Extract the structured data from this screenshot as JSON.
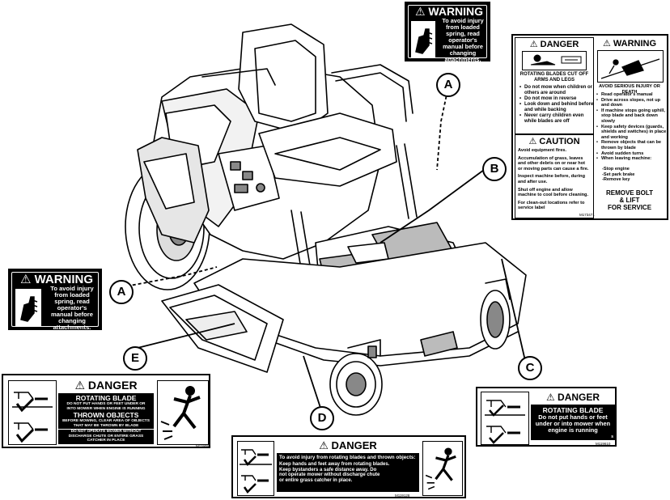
{
  "warning_decal": {
    "header": "WARNING",
    "text": [
      "To avoid injury",
      "from loaded",
      "spring, read",
      "operator's",
      "manual before",
      "changing",
      "attachments."
    ],
    "icon": "hand-spring-pinch-icon"
  },
  "danger_warning_decal": {
    "danger_header": "DANGER",
    "danger_title": "ROTATING BLADES CUT OFF ARMS AND LEGS",
    "danger_items": [
      "Do not mow when children or others are around",
      "Do not mow in reverse",
      "Look down and behind before and while backing",
      "Never carry children even while blades are off"
    ],
    "caution_header": "CAUTION",
    "caution_items": [
      "Avoid equipment fires.",
      "Accumulation of grass, leaves and other debris on or near hot or moving parts can cause a fire.",
      "Inspect machine before, during and after use.",
      "Shut off engine and allow machine to cool before cleaning.",
      "For clean-out locations refer to service label"
    ],
    "warning_header": "WARNING",
    "warning_title": "AVOID SERIOUS INJURY OR DEATH",
    "warning_items": [
      "Read operator's manual",
      "Drive across slopes, not up and down",
      "If machine stops going uphill, stop blade and back down slowly",
      "Keep safety devices (guards, shields and switches) in place and working",
      "Remove objects that can be thrown by blade",
      "Avoid sudden turns",
      "When leaving machine:",
      "-Stop engine",
      "-Set park brake",
      "-Remove key"
    ],
    "service_text": [
      "REMOVE BOLT",
      "& LIFT",
      "FOR SERVICE"
    ],
    "part_code": "M173471"
  },
  "decal_c": {
    "header": "DANGER",
    "title": "ROTATING BLADE",
    "text": [
      "Do not put hands or feet",
      "under or into mower when",
      "engine is running"
    ],
    "suffix": "s",
    "part_code": "M119610"
  },
  "decal_d": {
    "header": "DANGER",
    "title": "To avoid injury from rotating blades and thrown objects:",
    "lines": [
      "Keep hands and feet away from rotating blades.",
      "Keep bystanders a safe distance away. Do",
      "not operate mower without discharge chute",
      "or entire grass catcher in place."
    ],
    "part_code": "M119128"
  },
  "decal_e": {
    "header": "DANGER",
    "title": "ROTATING BLADE",
    "line1": [
      "DO NOT PUT HANDS OR FEET UNDER OR",
      "INTO MOWER WHEN ENGINE IS RUNNING"
    ],
    "title2": "THROWN OBJECTS",
    "line2": [
      "BEFORE MOWING, CLEAR AREA OF OBJECTS",
      "THAT MAY BE THROWN BY BLADE"
    ],
    "line3": [
      "DO NOT OPERATE MOWER WITHOUT",
      "DISCHARGE CHUTE OR ENTIRE GRASS",
      "CATCHER IN PLACE"
    ],
    "part_code": "M119096"
  },
  "callouts": {
    "a_top": "A",
    "a_left": "A",
    "b": "B",
    "c": "C",
    "d": "D",
    "e": "E"
  }
}
